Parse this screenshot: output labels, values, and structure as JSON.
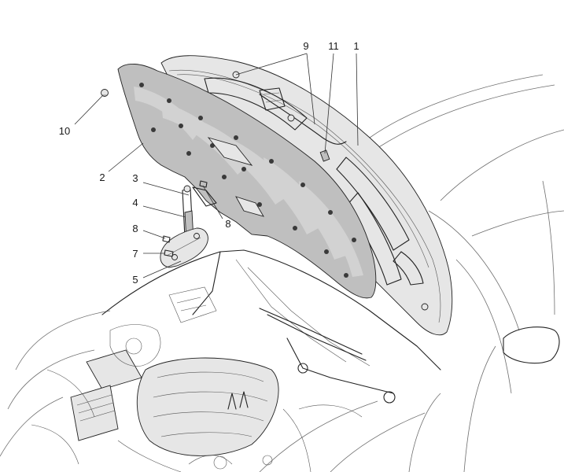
{
  "callouts": [
    {
      "id": "c9",
      "label": "9"
    },
    {
      "id": "c11",
      "label": "11"
    },
    {
      "id": "c1",
      "label": "1"
    },
    {
      "id": "c10",
      "label": "10"
    },
    {
      "id": "c2",
      "label": "2"
    },
    {
      "id": "c3",
      "label": "3"
    },
    {
      "id": "c4",
      "label": "4"
    },
    {
      "id": "c8a",
      "label": "8"
    },
    {
      "id": "c8b",
      "label": "8"
    },
    {
      "id": "c7",
      "label": "7"
    },
    {
      "id": "c5",
      "label": "5"
    }
  ],
  "colors": {
    "line": "#222222",
    "insulation_fill": "#bfbfbf",
    "hood_fill": "#e6e6e6",
    "background": "#ffffff"
  }
}
